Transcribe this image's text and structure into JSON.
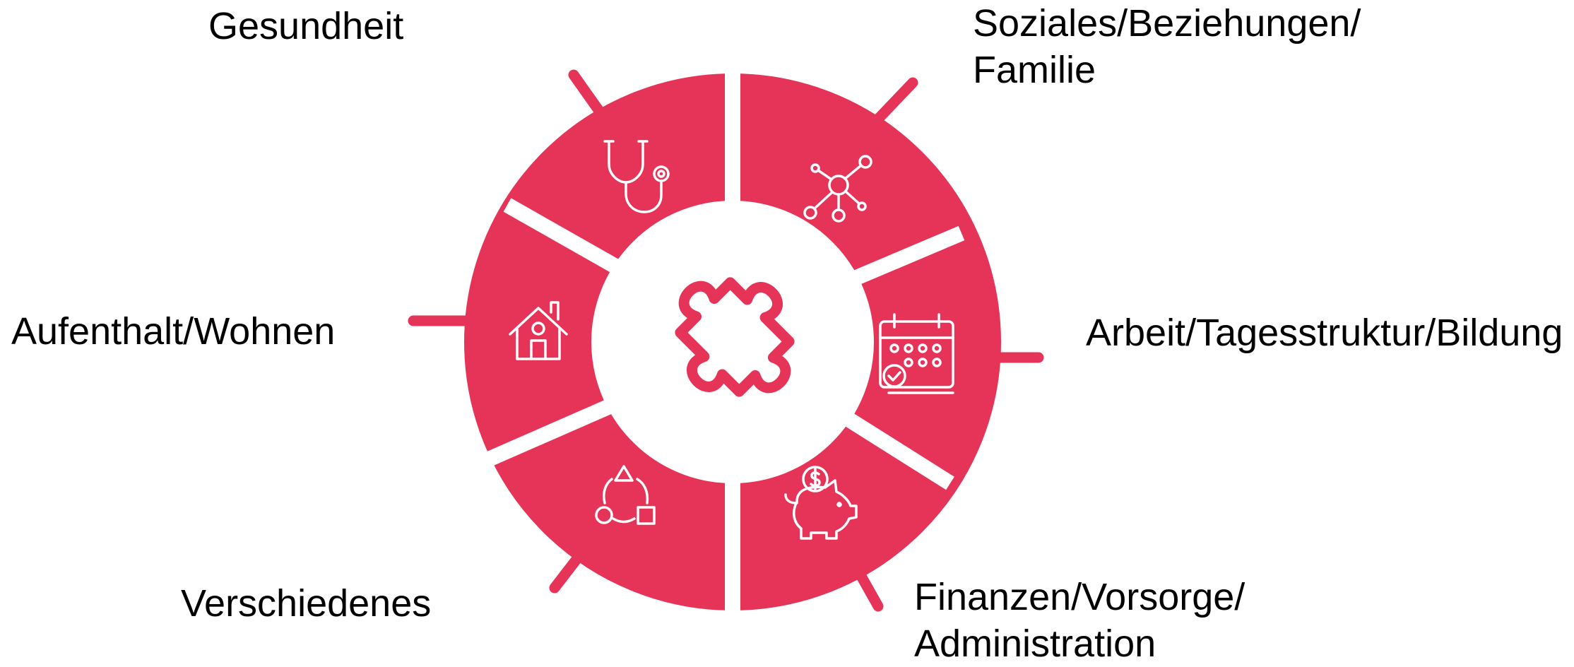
{
  "colors": {
    "accent": "#E63358",
    "background": "#ffffff",
    "icon": "#ffffff",
    "text": "#000000"
  },
  "center_icon": "puzzle-icon",
  "segments": [
    {
      "id": "gesundheit",
      "lines": [
        "Gesundheit"
      ],
      "icon": "stethoscope-icon"
    },
    {
      "id": "soziales",
      "lines": [
        "Soziales/Beziehungen/",
        "Familie"
      ],
      "icon": "network-icon"
    },
    {
      "id": "arbeit",
      "lines": [
        "Arbeit/Tagesstruktur/Bildung"
      ],
      "icon": "calendar-icon"
    },
    {
      "id": "finanzen",
      "lines": [
        "Finanzen/Vorsorge/",
        "Administration"
      ],
      "icon": "piggy-bank-icon"
    },
    {
      "id": "verschiedenes",
      "lines": [
        "Verschiedenes"
      ],
      "icon": "shapes-icon"
    },
    {
      "id": "aufenthalt",
      "lines": [
        "Aufenthalt/Wohnen"
      ],
      "icon": "house-icon"
    }
  ]
}
